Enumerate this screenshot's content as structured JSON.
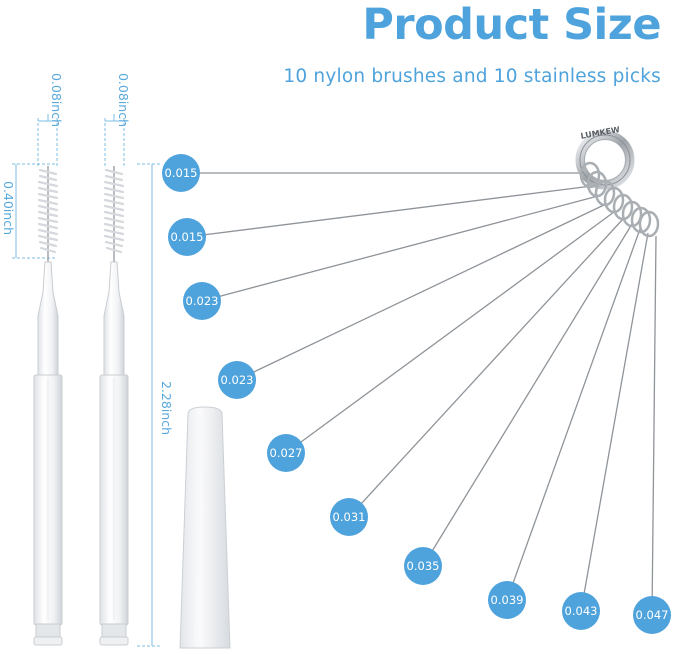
{
  "header": {
    "title": "Product Size",
    "subtitle": "10 nylon brushes and 10 stainless picks"
  },
  "dimensions": {
    "brush_tip_left": "0.08inch",
    "brush_tip_right": "0.08inch",
    "bristle_length": "0.40inch",
    "total_length": "2.28inch"
  },
  "ring_brand": "LUMKEW",
  "pick_sizes": [
    "0.015",
    "0.015",
    "0.023",
    "0.023",
    "0.027",
    "0.031",
    "0.035",
    "0.039",
    "0.043",
    "0.047"
  ],
  "colors": {
    "accent": "#4fa3dc",
    "dimension_line": "#7dbfe6",
    "wire": "#8f9499"
  }
}
